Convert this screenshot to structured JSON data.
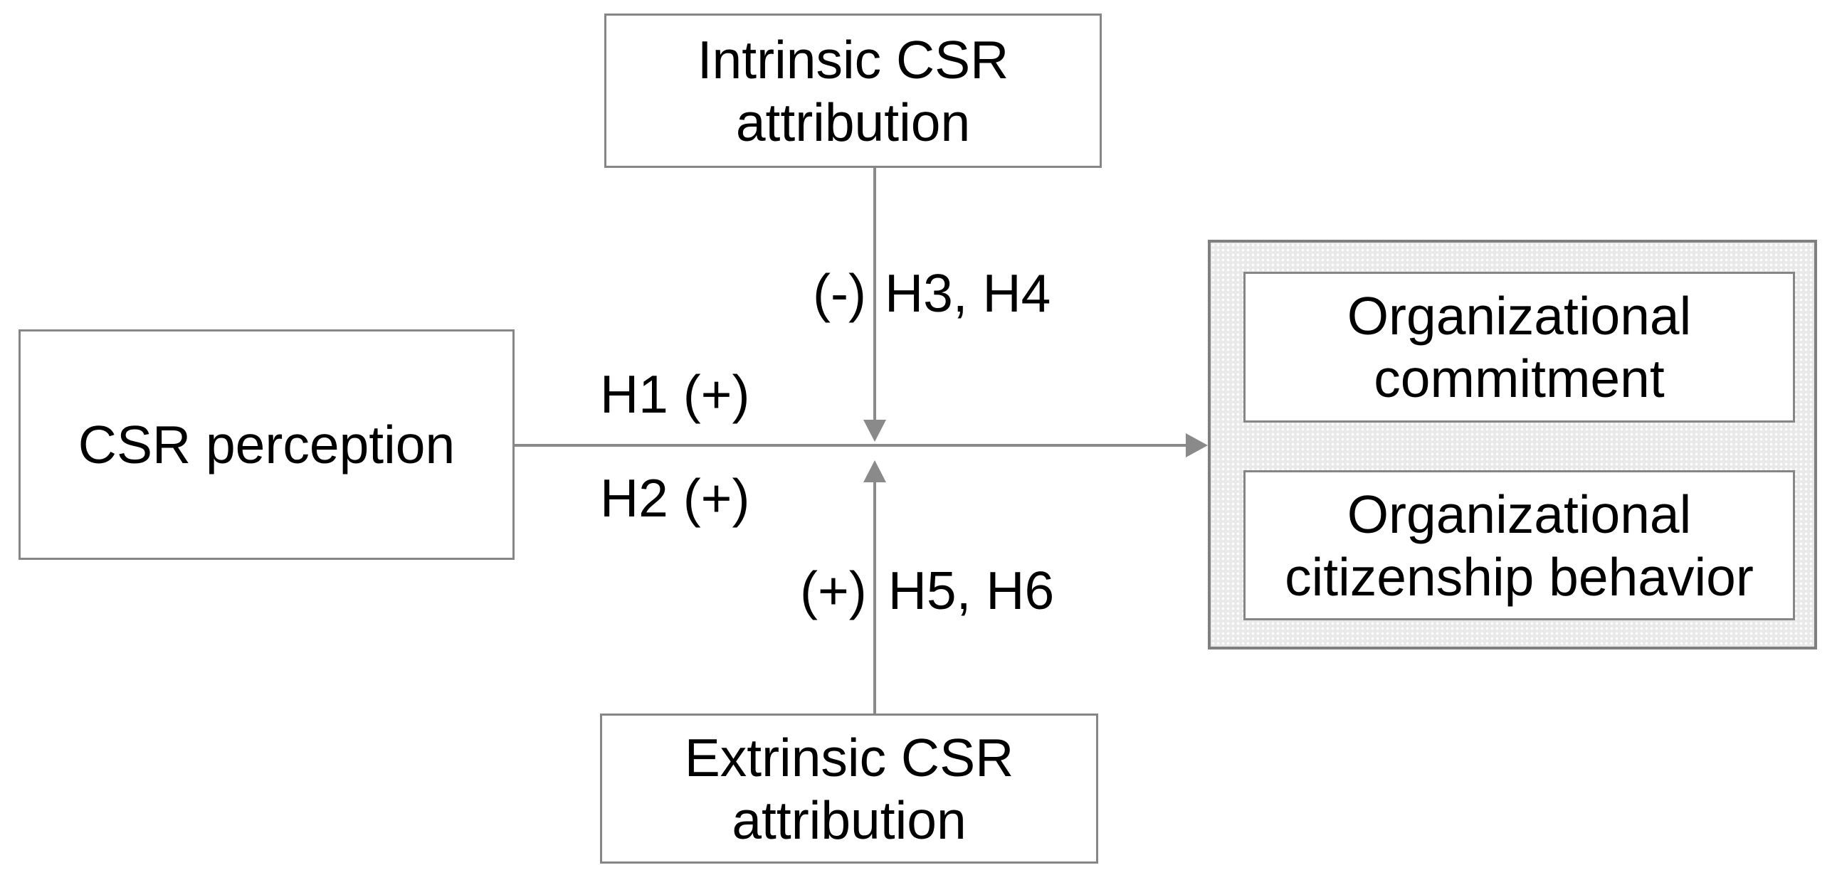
{
  "title": "CSR research model diagram",
  "colors": {
    "line": "#8a8a8a",
    "box_border": "#868686",
    "panel_border": "#7f7f7f",
    "panel_fill": "#e9e9e9",
    "panel_dot": "#ffffff",
    "box_fill": "#ffffff",
    "text": "#000000"
  },
  "nodes": {
    "csr_perception": {
      "label": "CSR perception"
    },
    "intrinsic_attribution": {
      "label": "Intrinsic CSR attribution"
    },
    "extrinsic_attribution": {
      "label": "Extrinsic CSR attribution"
    },
    "organizational_commitment": {
      "label": "Organizational commitment"
    },
    "organizational_citizenship_behavior": {
      "label": "Organizational citizenship behavior"
    }
  },
  "edge_labels": {
    "h1": {
      "label": "H1 (+)"
    },
    "h2": {
      "label": "H2 (+)"
    },
    "h3_h4": {
      "sign": "(-)",
      "hypotheses": "H3, H4"
    },
    "h5_h6": {
      "sign": "(+)",
      "hypotheses": "H5, H6"
    }
  }
}
